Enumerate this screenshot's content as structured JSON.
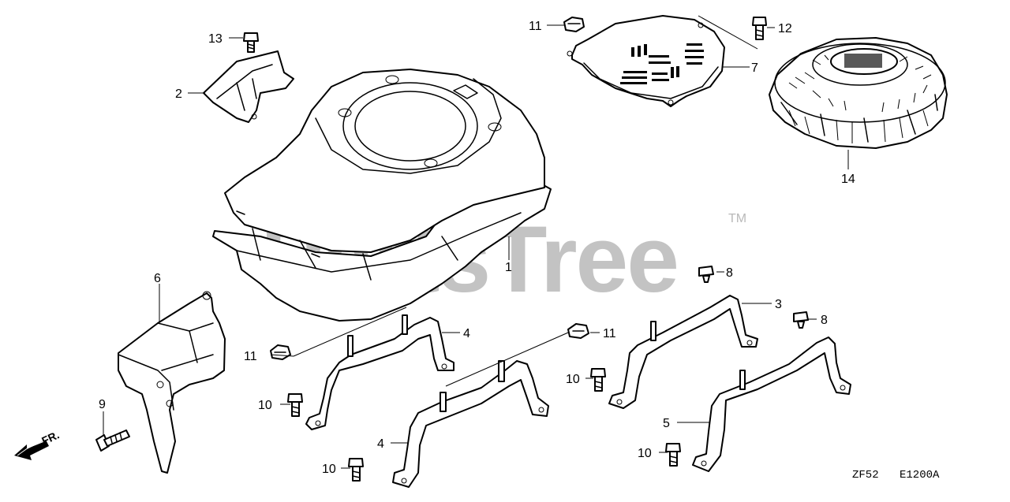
{
  "watermark": {
    "text": "PartsTree",
    "trademark": "TM"
  },
  "diagram_code": {
    "left": "ZF52",
    "right": "E1200A"
  },
  "direction_label": "FR.",
  "callouts": [
    {
      "id": "c13",
      "text": "13"
    },
    {
      "id": "c2",
      "text": "2"
    },
    {
      "id": "c11a",
      "text": "11"
    },
    {
      "id": "c12",
      "text": "12"
    },
    {
      "id": "c7",
      "text": "7"
    },
    {
      "id": "c14",
      "text": "14"
    },
    {
      "id": "c1",
      "text": "1"
    },
    {
      "id": "c6",
      "text": "6"
    },
    {
      "id": "c8a",
      "text": "8"
    },
    {
      "id": "c3",
      "text": "3"
    },
    {
      "id": "c8b",
      "text": "8"
    },
    {
      "id": "c4a",
      "text": "4"
    },
    {
      "id": "c11b",
      "text": "11"
    },
    {
      "id": "c11c",
      "text": "11"
    },
    {
      "id": "c10a",
      "text": "10"
    },
    {
      "id": "c10b",
      "text": "10"
    },
    {
      "id": "c9",
      "text": "9"
    },
    {
      "id": "c5",
      "text": "5"
    },
    {
      "id": "c4b",
      "text": "4"
    },
    {
      "id": "c10c",
      "text": "10"
    },
    {
      "id": "c10d",
      "text": "10"
    }
  ]
}
